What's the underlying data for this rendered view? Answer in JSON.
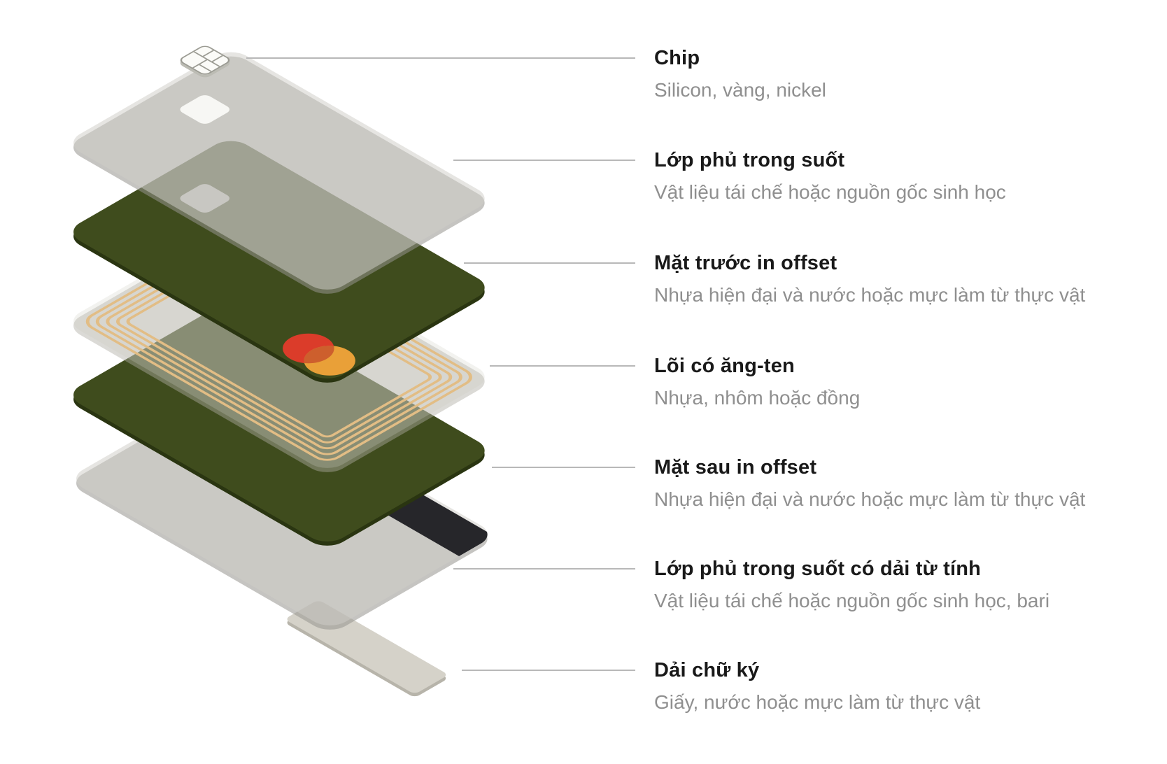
{
  "labels": [
    {
      "title": "Chip",
      "desc": "Silicon, vàng, nickel"
    },
    {
      "title": "Lớp phủ trong suốt",
      "desc": "Vật liệu tái chế hoặc nguồn gốc sinh học"
    },
    {
      "title": "Mặt trước in offset",
      "desc": "Nhựa hiện đại và nước hoặc mực làm từ thực vật"
    },
    {
      "title": "Lõi có ăng-ten",
      "desc": "Nhựa, nhôm hoặc đồng"
    },
    {
      "title": "Mặt sau in offset",
      "desc": "Nhựa hiện đại và nước hoặc mực làm từ thực vật"
    },
    {
      "title": "Lớp phủ trong suốt có dải từ tính",
      "desc": "Vật liệu tái chế hoặc nguồn gốc sinh học, bari"
    },
    {
      "title": "Dải chữ ký",
      "desc": "Giấy, nước hoặc mực làm từ thực vật"
    }
  ],
  "diagram": {
    "type": "exploded-card-layer-diagram",
    "layers": [
      {
        "id": "chip",
        "label_index": 0
      },
      {
        "id": "clear-top-coat",
        "label_index": 1
      },
      {
        "id": "front-offset-printed-layer",
        "label_index": 2
      },
      {
        "id": "core-with-antenna",
        "label_index": 3
      },
      {
        "id": "back-offset-printed-layer",
        "label_index": 4
      },
      {
        "id": "clear-back-coat-with-magstripe",
        "label_index": 5
      },
      {
        "id": "signature-strip",
        "label_index": 6
      }
    ]
  },
  "colors": {
    "background": "#ffffff",
    "green-face": "#3f4c1d",
    "green-side": "#2a3511",
    "clear-face": "rgba(208,206,199,0.52)",
    "clear-side": "rgba(150,148,142,0.55)",
    "core-face": "rgba(205,203,193,0.26)",
    "core-side": "rgba(175,173,165,0.45)",
    "antenna-gold": "#e2bd85",
    "magstripe-black": "#26262a",
    "signature-face": "#d5d2c9",
    "signature-side": "#b7b4aa",
    "window-white": "#f7f7f4",
    "chip-face": "#fbfbf8",
    "chip-line": "#9b9b93",
    "mc-red": "#db3c2a",
    "mc-orange": "#e9a038",
    "mc-overlap": "#cd5f2d",
    "leader-line": "#b8b8b8",
    "title-text": "#191919",
    "desc-text": "#8f8f8f"
  }
}
